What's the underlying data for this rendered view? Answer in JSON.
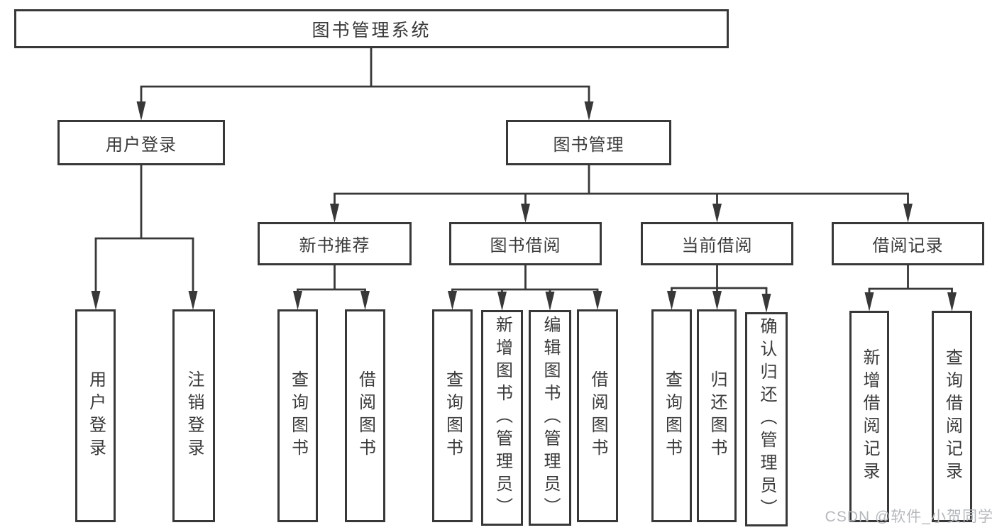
{
  "tree": {
    "root": {
      "label": "图书管理系统"
    },
    "branches": [
      {
        "label": "用户登录",
        "children": [
          {
            "label": "用户登录"
          },
          {
            "label": "注销登录"
          }
        ]
      },
      {
        "label": "图书管理",
        "children": [
          {
            "label": "新书推荐",
            "children": [
              {
                "label": "查询图书"
              },
              {
                "label": "借阅图书"
              }
            ]
          },
          {
            "label": "图书借阅",
            "children": [
              {
                "label": "查询图书"
              },
              {
                "label": "新增图书（管理员）"
              },
              {
                "label": "编辑图书（管理员）"
              },
              {
                "label": "借阅图书"
              }
            ]
          },
          {
            "label": "当前借阅",
            "children": [
              {
                "label": "查询图书"
              },
              {
                "label": "归还图书"
              },
              {
                "label": "确认归还（管理员）"
              }
            ]
          },
          {
            "label": "借阅记录",
            "children": [
              {
                "label": "新增借阅记录"
              },
              {
                "label": "查询借阅记录"
              }
            ]
          }
        ]
      }
    ]
  },
  "watermark": {
    "text": "CSDN @软件_小贺同学",
    "color": "#b4b8bd"
  },
  "colors": {
    "line": "#383838",
    "box_border": "#383838",
    "text": "#3a3a3a",
    "background": "#ffffff"
  }
}
